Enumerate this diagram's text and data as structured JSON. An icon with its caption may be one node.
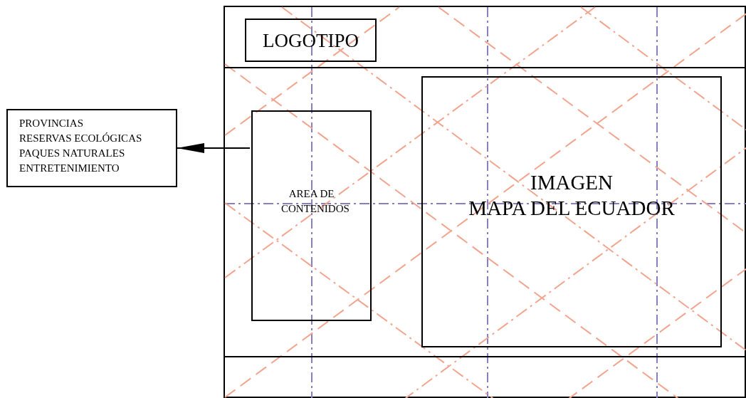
{
  "diagram": {
    "nodes": [
      {
        "text": [
          "PROVINCIAS",
          "RESERVAS ECOLÓGICAS",
          "PAQUES NATURALES",
          "ENTRETENIMIENTO"
        ]
      },
      {
        "text": [],
        "shape": "box"
      },
      {
        "text": [
          "LOGOTIPO"
        ],
        "in": 1
      },
      {
        "text": [
          "AREA DE CONTENIDOS"
        ],
        "in": 1
      },
      {
        "text": [
          "IMAGEN",
          "MAPA DEL ECUADOR"
        ],
        "in": 1
      }
    ],
    "edges": [
      {
        "from": 3,
        "to": 0,
        "arrow": "to"
      }
    ]
  }
}
